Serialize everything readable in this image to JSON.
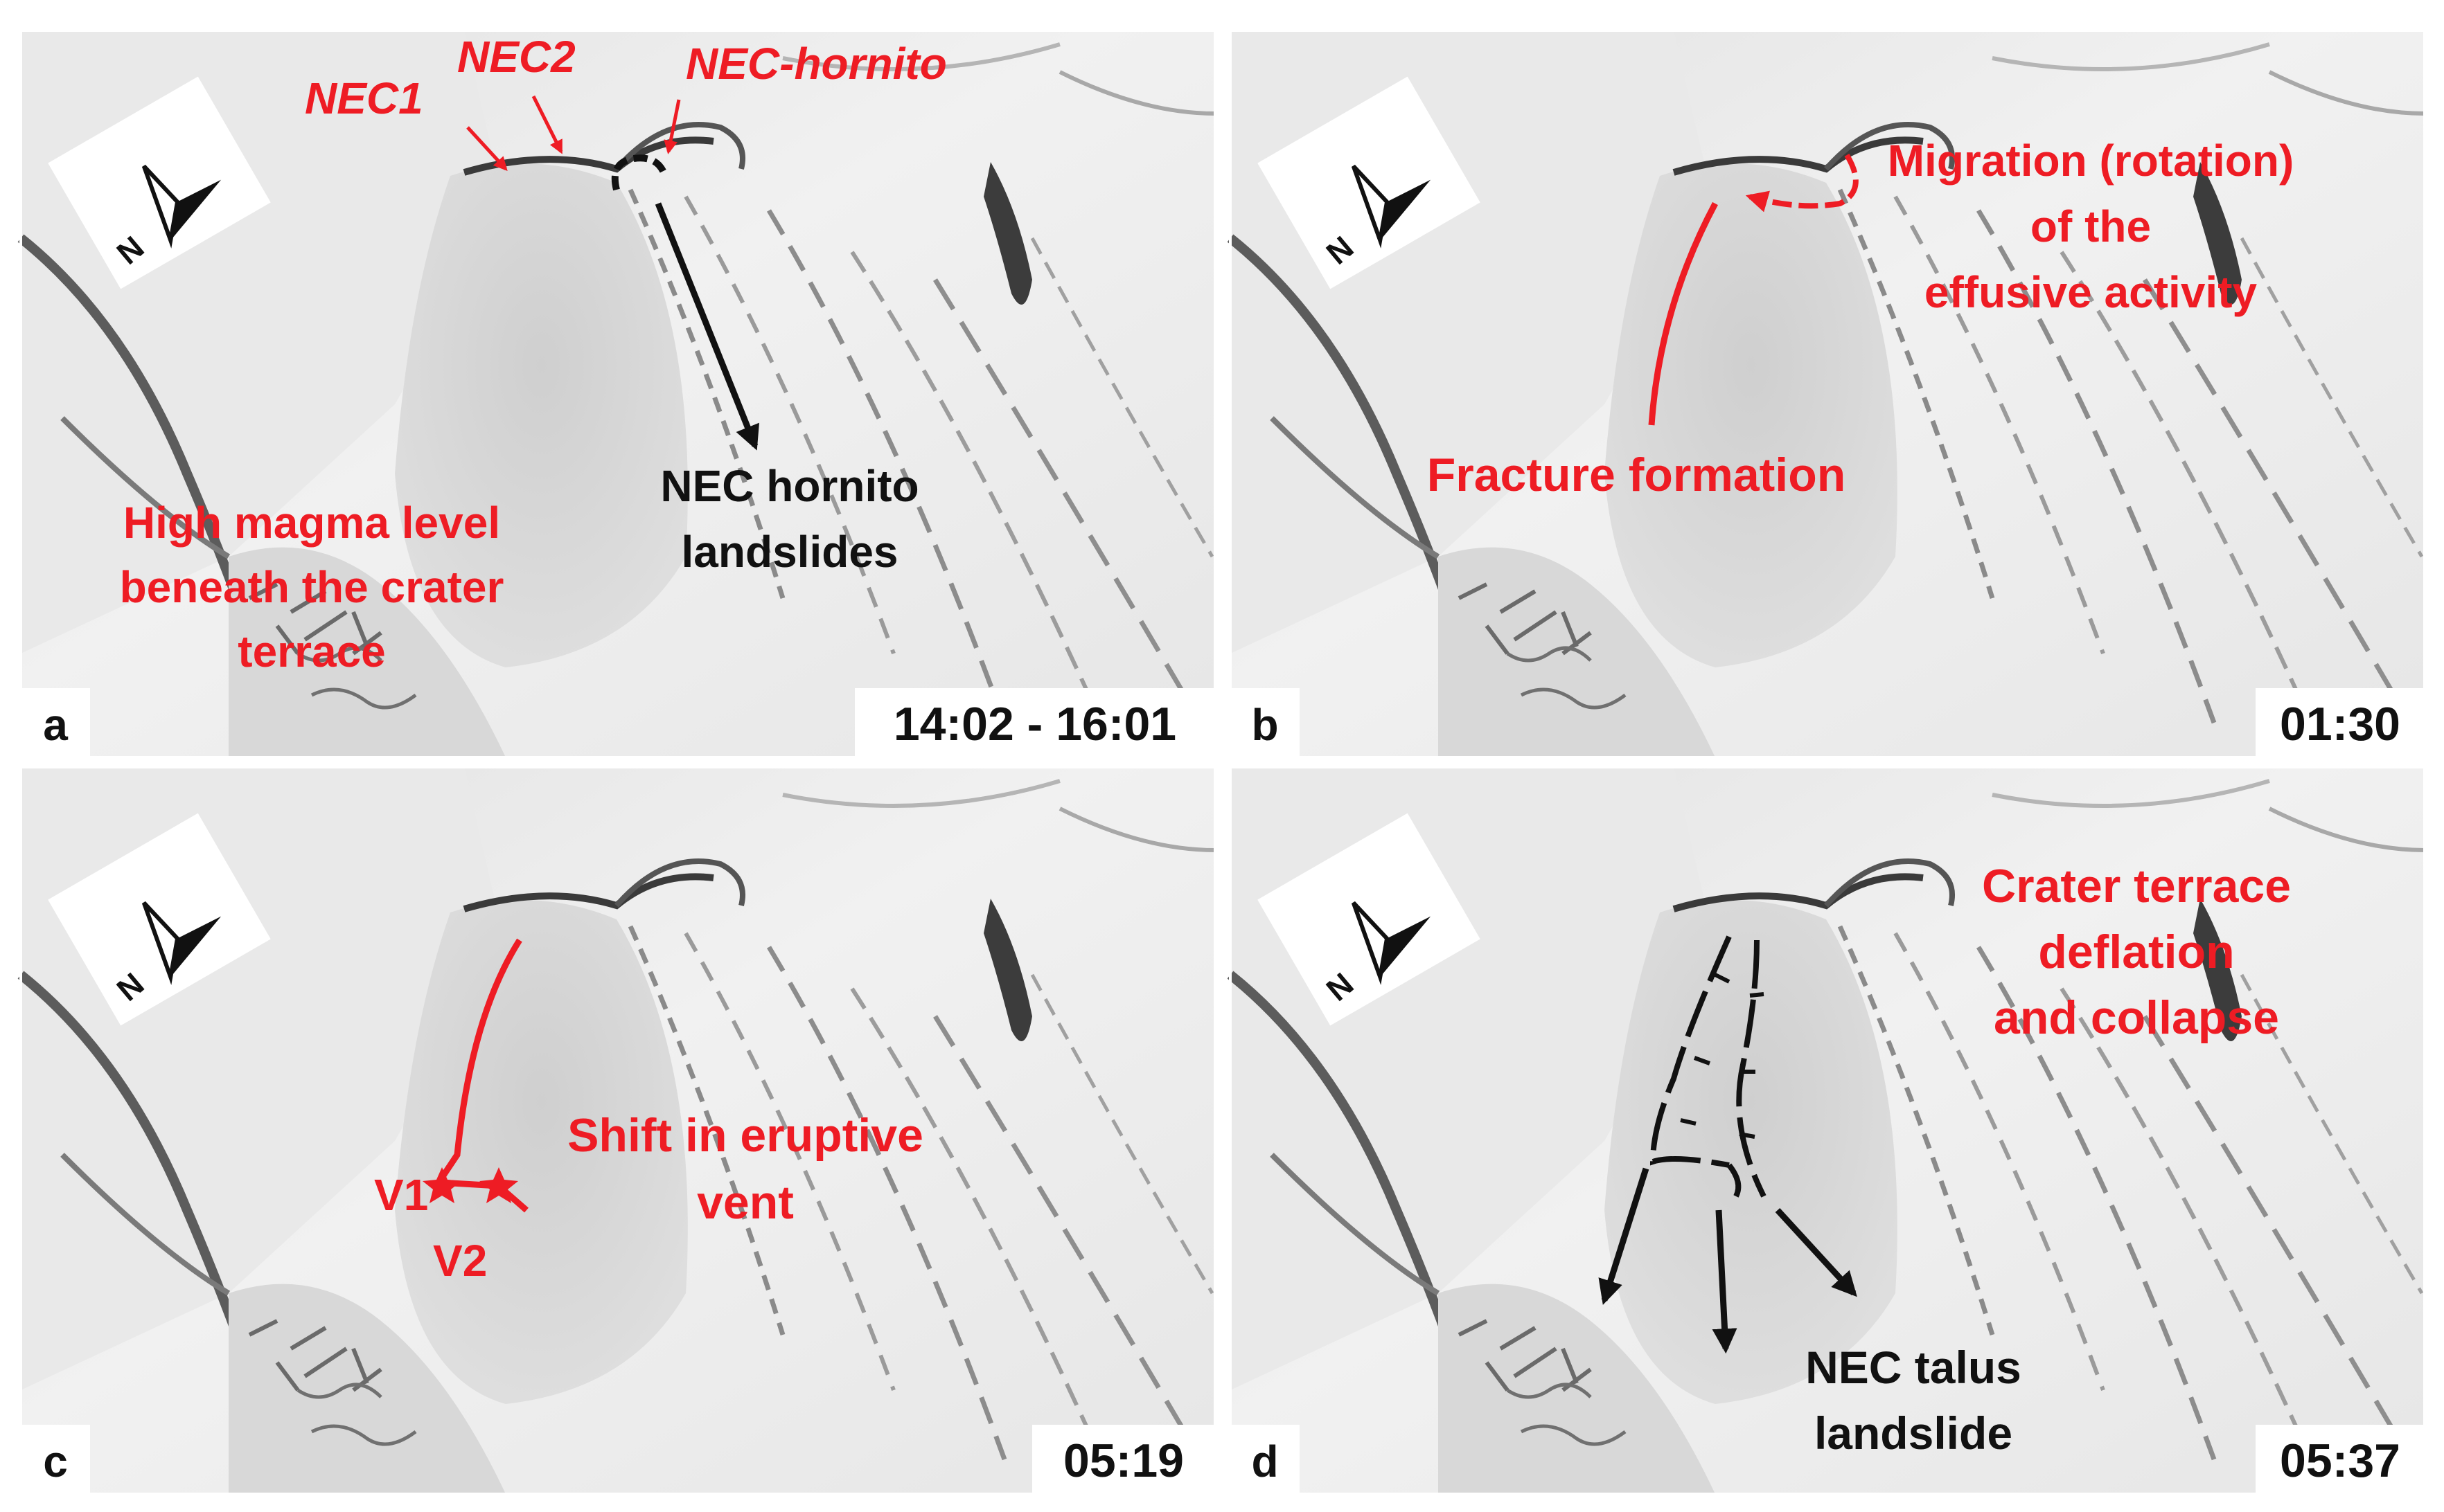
{
  "colors": {
    "annotation_red": "#ee1c24",
    "annotation_black": "#111111",
    "terrain_light": "#ececec",
    "terrain_mid": "#d2d2d2",
    "terrain_dark": "#6a6a6a",
    "panel_border": "#ffffff"
  },
  "north_arrow": {
    "icon": "north-arrow-icon",
    "letter": "N"
  },
  "panels": [
    {
      "letter": "a",
      "time": "14:02 - 16:01",
      "labels": {
        "nec1": "NEC1",
        "nec2": "NEC2",
        "nec_hornito": "NEC-hornito",
        "hornito_landslides_1": "NEC hornito",
        "hornito_landslides_2": "landslides",
        "magma_1": "High magma level",
        "magma_2": "beneath the crater",
        "magma_3": "terrace"
      }
    },
    {
      "letter": "b",
      "time": "01:30",
      "labels": {
        "migration_1": "Migration (rotation)",
        "migration_2": "of the",
        "migration_3": "effusive activity",
        "fracture": "Fracture formation"
      }
    },
    {
      "letter": "c",
      "time": "05:19",
      "labels": {
        "shift_1": "Shift in eruptive",
        "shift_2": "vent",
        "v1": "V1",
        "v2": "V2"
      }
    },
    {
      "letter": "d",
      "time": "05:37",
      "labels": {
        "deflation_1": "Crater terrace",
        "deflation_2": "deflation",
        "deflation_3": "and collapse",
        "talus_1": "NEC talus",
        "talus_2": "landslide"
      }
    }
  ]
}
